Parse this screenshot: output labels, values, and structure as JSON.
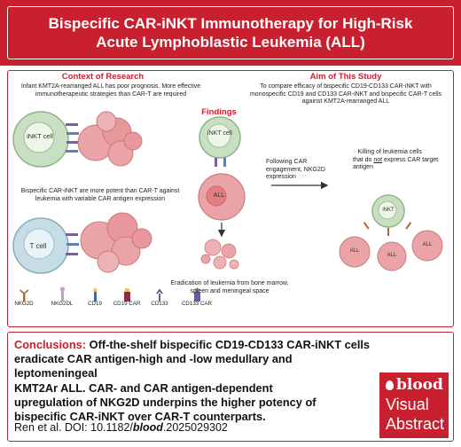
{
  "title": {
    "line1": "Bispecific CAR-iNKT Immunotherapy for High-Risk",
    "line2": "Acute Lymphoblastic Leukemia (ALL)"
  },
  "context": {
    "heading": "Context of Research",
    "text": "Infant KMT2A-rearranged ALL has poor prognosis. More effective immunotherapeutic strategies than CAR-T are required"
  },
  "aim": {
    "heading": "Aim of This Study",
    "text": "To compare efficacy of bispecific CD19-CD133 CAR-iNKT with monospecific CD19 and CD133 CAR-iNKT and bispecific CAR-T cells against KMT2A-rearranged ALL"
  },
  "findings": {
    "heading": "Findings",
    "potency_text": "Bispecific CAR-iNKT are more potent than CAR-T against leukemia with variable CAR antigen expression",
    "nkg2d_text": "Following CAR engagement, NKG2D expression",
    "nkg2d_arrows": "↑↑↑",
    "killing_arrow": "↑",
    "killing_line1": "Killing of leukemia cells",
    "killing_line2_pre": "that do ",
    "killing_line2_not": "not",
    "killing_line2_post": " express CAR target",
    "killing_line3": "antigen",
    "eradication_text": "Eradication of leukemia from bone marrow, spleen and meningeal space"
  },
  "cells": {
    "inkt_left": "iNKT cell",
    "tcell": "T cell",
    "inkt_mid": "iNKT cell",
    "all_mid": "ALL",
    "inkt_right": "iNKT",
    "all_right_1": "ALL",
    "all_right_2": "ALL",
    "all_right_3": "ALL"
  },
  "legend": [
    "NKG2D",
    "NKG2DL",
    "CD19",
    "CD19 CAR",
    "CD133",
    "CD133 CAR"
  ],
  "colors": {
    "brand_red": "#c8202f",
    "inkt_green": "#c9dfc2",
    "tcell_blue": "#c6dde6",
    "leukemia_pink": "#eaa3a6",
    "arrow_orange": "#f39a6b"
  },
  "conclusion": {
    "lead": "Conclusions:",
    "line1": " Off-the-shelf bispecific CD19-CD133 CAR-iNKT cells",
    "line2": "eradicate CAR antigen-high and -low medullary and leptomeningeal",
    "line3": "KMT2Ar ALL. CAR- and CAR antigen-dependent",
    "line4": "upregulation of NKG2D underpins the higher potency of",
    "line5": "bispecific CAR-iNKT over CAR-T counterparts."
  },
  "citation": {
    "prefix": "Ren et al. DOI: 10.1182/",
    "journal": "blood",
    "suffix": ".2025029302"
  },
  "badge": {
    "logo": "blood",
    "line1": "Visual",
    "line2": "Abstract"
  }
}
